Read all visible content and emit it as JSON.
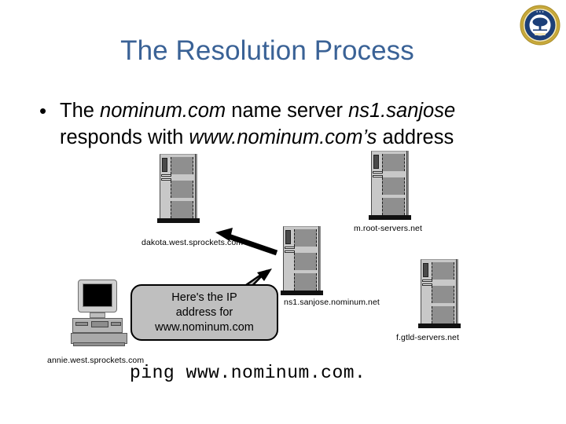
{
  "slide": {
    "title": "The Resolution Process",
    "bullet": {
      "marker": "•",
      "segment_1": "The ",
      "segment_2_italic": "nominum.com",
      "segment_3": " name server ",
      "segment_4_italic": "ns1.sanjose",
      "segment_5": " responds with ",
      "segment_6_italic": "www.nominum.com’s",
      "segment_7": " address"
    },
    "command": "ping www.nominum.com.",
    "logo_name": "university-seal"
  },
  "callout": {
    "line_1": "Here's the IP",
    "line_2": "address for",
    "line_3": "www.nominum.com"
  },
  "nodes": {
    "dakota": {
      "label": "dakota.west.sprockets.com",
      "type": "server"
    },
    "root": {
      "label": "m.root-servers.net",
      "type": "server"
    },
    "ns1": {
      "label": "ns1.sanjose.nominum.net",
      "type": "server"
    },
    "gtld": {
      "label": "f.gtld-servers.net",
      "type": "server"
    },
    "annie": {
      "label": "annie.west.sprockets.com",
      "type": "workstation"
    }
  },
  "colors": {
    "title": "#3a6296",
    "body_text": "#000000",
    "background": "#ffffff",
    "callout_fill": "#bfbfbf",
    "callout_stroke": "#000000",
    "arrow": "#000000",
    "server_body": "#c8c8c8",
    "server_panel": "#8f8f8f",
    "seal_gold": "#c8a93b",
    "seal_blue": "#1c3f78"
  },
  "arrows": [
    {
      "name": "ns1-to-dakota",
      "from": "ns1",
      "to": "dakota"
    },
    {
      "name": "callout-tail-to-ns1",
      "from": "callout",
      "to": "ns1"
    }
  ]
}
